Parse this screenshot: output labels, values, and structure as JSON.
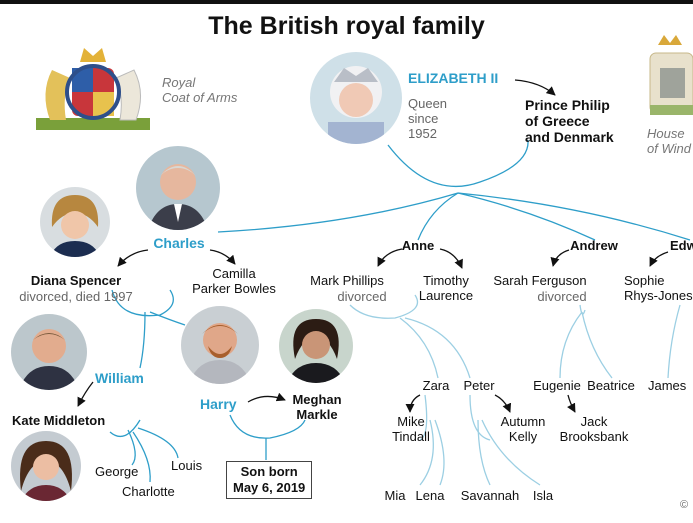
{
  "title": "The British royal family",
  "coat_of_arms": "Royal\nCoat of Arms",
  "house": "House\nof Wind",
  "elizabeth": {
    "name": "ELIZABETH II",
    "note": "Queen\nsince\n1952",
    "spouse": "Prince Philip\nof Greece\nand Denmark"
  },
  "charles": {
    "name": "Charles",
    "ex": "Diana Spencer",
    "ex_note": "divorced, died 1997",
    "spouse": "Camilla\nParker Bowles"
  },
  "william": {
    "name": "William",
    "spouse": "Kate Middleton",
    "children": [
      "George",
      "Charlotte",
      "Louis"
    ]
  },
  "harry": {
    "name": "Harry",
    "spouse": "Meghan\nMarkle",
    "son": "Son born\nMay 6, 2019"
  },
  "anne": {
    "name": "Anne",
    "ex": "Mark Phillips",
    "ex_note": "divorced",
    "spouse": "Timothy\nLaurence"
  },
  "zara": {
    "name": "Zara",
    "spouse": "Mike\nTindall",
    "children": [
      "Mia",
      "Lena"
    ]
  },
  "peter": {
    "name": "Peter",
    "spouse": "Autumn\nKelly",
    "children": [
      "Savannah",
      "Isla"
    ]
  },
  "andrew": {
    "name": "Andrew",
    "ex": "Sarah Ferguson",
    "ex_note": "divorced",
    "children": [
      "Eugenie",
      "Beatrice"
    ],
    "eugenie_spouse": "Jack\nBrooksbank"
  },
  "edward": {
    "name": "Edw",
    "spouse": "Sophie\nRhys-Jones",
    "child": "James"
  },
  "copyright": "©",
  "colors": {
    "line": "#2e9ec9",
    "light_line": "#9ccfe3",
    "accent": "#2e9ec9"
  }
}
